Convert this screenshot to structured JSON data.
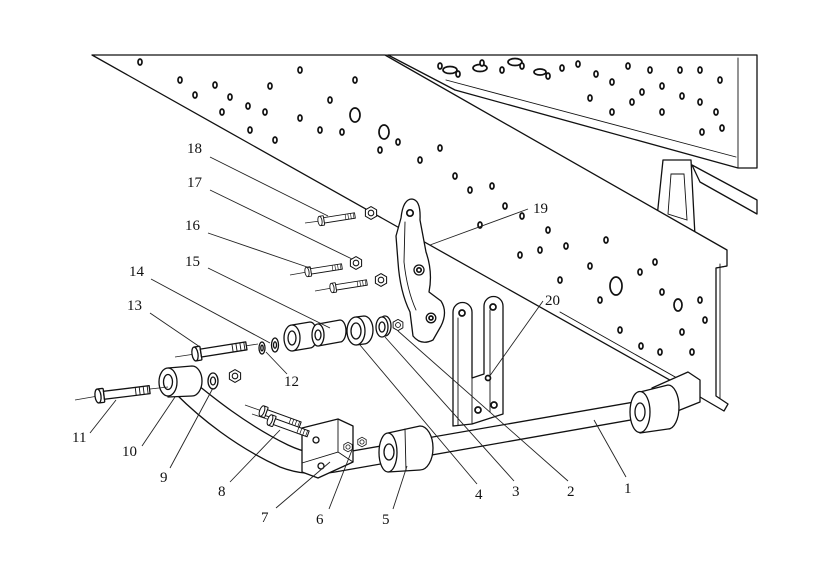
{
  "callouts": [
    "1",
    "2",
    "3",
    "4",
    "5",
    "6",
    "7",
    "8",
    "9",
    "10",
    "11",
    "12",
    "13",
    "14",
    "15",
    "16",
    "17",
    "18",
    "19",
    "20"
  ]
}
